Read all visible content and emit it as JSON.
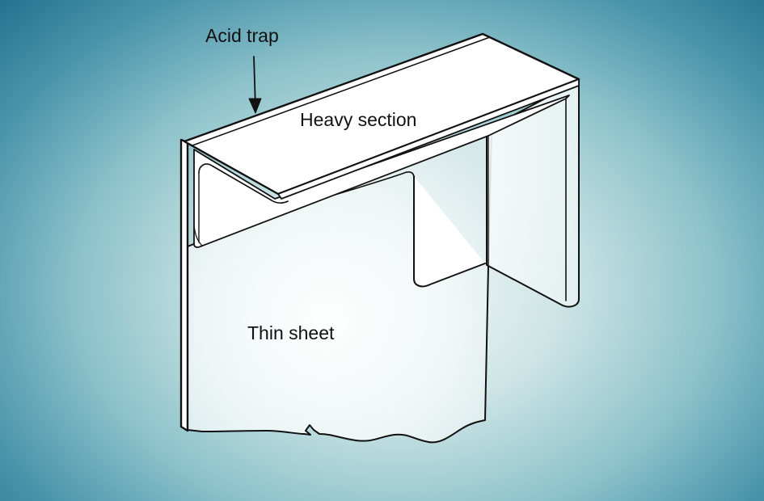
{
  "labels": {
    "acid_trap": "Acid trap",
    "heavy_section": "Heavy section",
    "thin_sheet": "Thin sheet"
  },
  "colors": {
    "line": "#111111",
    "part_fill": "#ffffff",
    "background_center": "#f4f8f8",
    "background_edge": "#1d6d8c"
  }
}
